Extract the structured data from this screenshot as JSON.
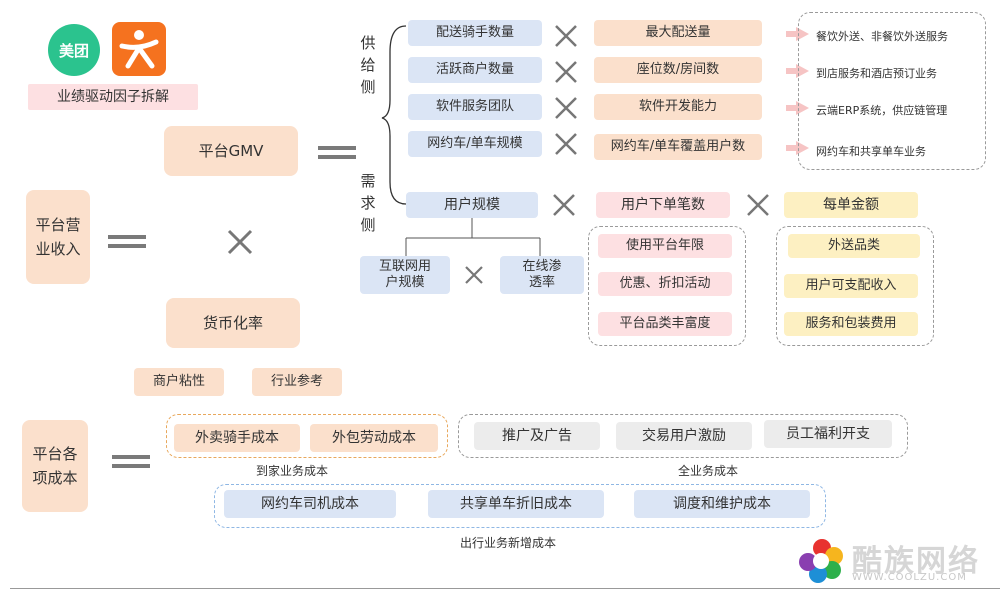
{
  "logos": {
    "meituan": "美团"
  },
  "title_tag": "业绩驱动因子拆解",
  "left": {
    "revenue": "平台营业收入",
    "cost": "平台各项成本",
    "gmv": "平台GMV",
    "monetization": "货币化率",
    "merchant_stickiness": "商户粘性",
    "industry_ref": "行业参考"
  },
  "supply_label": "供给侧",
  "demand_label": "需求侧",
  "supply_rows": [
    {
      "left": "配送骑手数量",
      "right": "最大配送量",
      "biz": "餐饮外送、非餐饮外送服务"
    },
    {
      "left": "活跃商户数量",
      "right": "座位数/房间数",
      "biz": "到店服务和酒店预订业务"
    },
    {
      "left": "软件服务团队",
      "right": "软件开发能力",
      "biz": "云端ERP系统，供应链管理"
    },
    {
      "left": "网约车/单车规模",
      "right": "网约车/单车覆盖用户数",
      "biz": "网约车和共享单车业务"
    }
  ],
  "demand": {
    "user_scale": "用户规模",
    "orders": "用户下单笔数",
    "amount": "每单金额",
    "internet_users": "互联网用户规模",
    "online_rate": "在线渗透率",
    "order_factors": [
      "使用平台年限",
      "优惠、折扣活动",
      "平台品类丰富度"
    ],
    "amount_factors": [
      "外送品类",
      "用户可支配收入",
      "服务和包装费用"
    ]
  },
  "costs": {
    "home": [
      "外卖骑手成本",
      "外包劳动成本"
    ],
    "home_caption": "到家业务成本",
    "all": [
      "推广及广告",
      "交易用户激励",
      "员工福利开支"
    ],
    "all_caption": "全业务成本",
    "travel": [
      "网约车司机成本",
      "共享单车折旧成本",
      "调度和维护成本"
    ],
    "travel_caption": "出行业务新增成本"
  },
  "watermark": {
    "name": "酷族网络",
    "url": "WWW.COOLZU.COM"
  },
  "colors": {
    "blue": "#dbe5f5",
    "peach": "#fbe0cc",
    "pink": "#fde0e2",
    "yellow": "#fdf0c2",
    "meituan": "#2bc38e",
    "dianping": "#f5721f"
  }
}
